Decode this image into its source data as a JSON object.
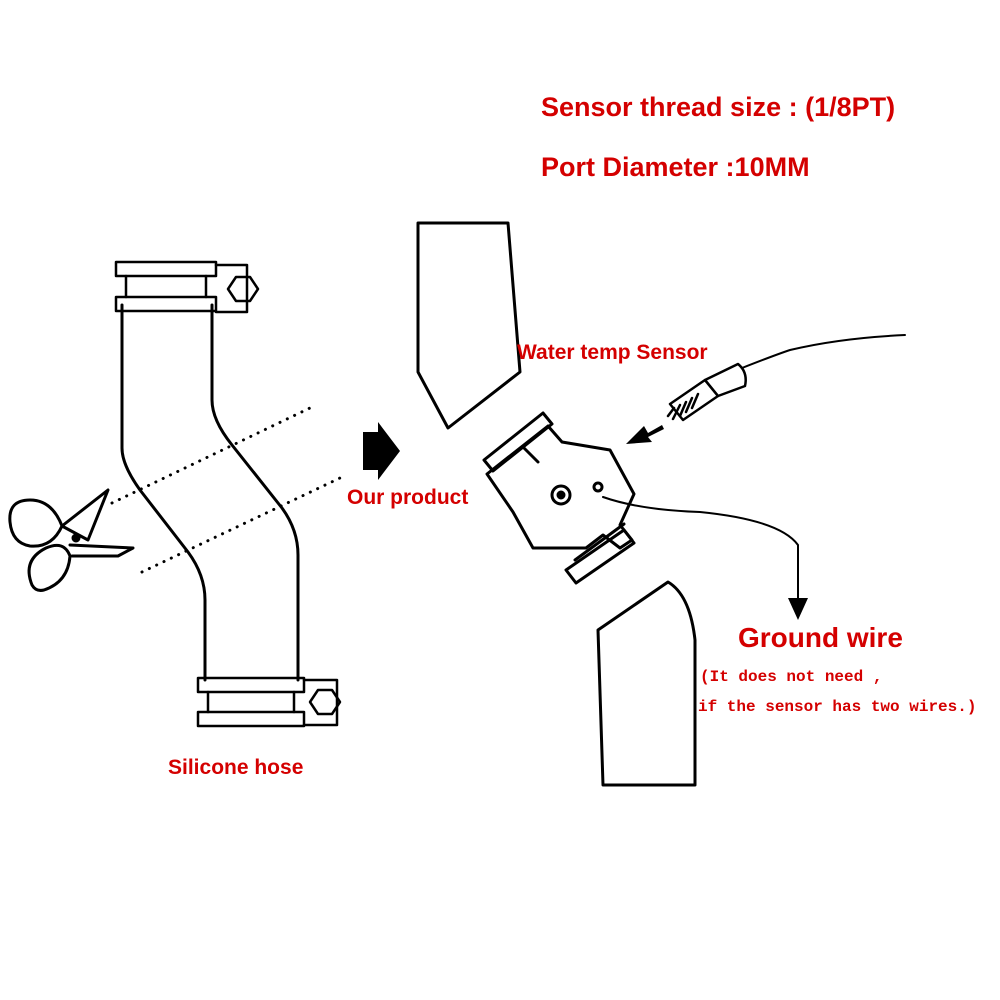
{
  "specs": {
    "thread_size": "Sensor thread size : (1/8PT)",
    "port_diameter": "Port Diameter :10MM"
  },
  "labels": {
    "silicone_hose": "Silicone hose",
    "our_product": "Our product",
    "water_temp_sensor": "Water temp Sensor",
    "ground_wire": "Ground wire",
    "ground_note_line1": "(It does not need ,",
    "ground_note_line2": "if the sensor has two wires.)"
  },
  "colors": {
    "label": "#d40000",
    "line": "#000000"
  },
  "icons": [
    "scissors-icon",
    "arrow-right-icon",
    "arrow-down-icon",
    "hex-nut-icon"
  ]
}
